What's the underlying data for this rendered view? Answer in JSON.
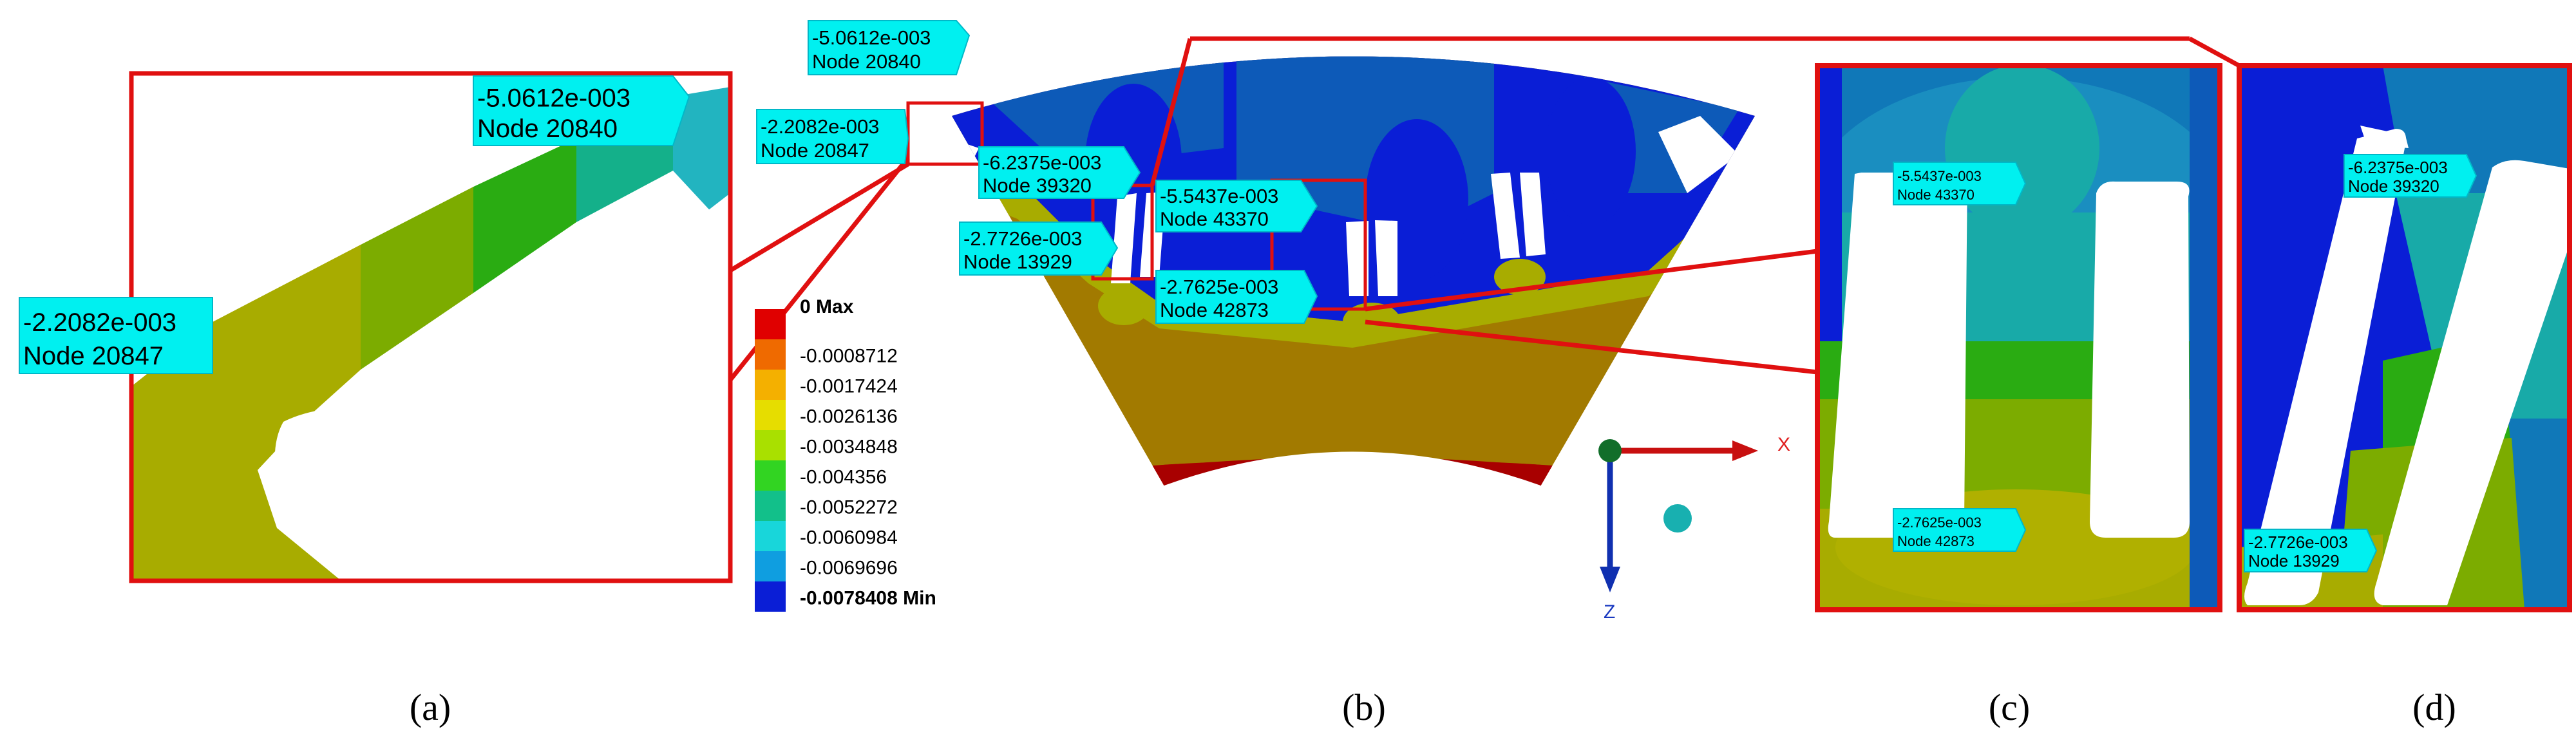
{
  "legend": {
    "items": [
      {
        "label": "0 Max",
        "color": "#e00000",
        "bold": true
      },
      {
        "label": "-0.0008712",
        "color": "#ef6a00",
        "bold": false
      },
      {
        "label": "-0.0017424",
        "color": "#f4b000",
        "bold": false
      },
      {
        "label": "-0.0026136",
        "color": "#e6dd00",
        "bold": false
      },
      {
        "label": "-0.0034848",
        "color": "#a9e000",
        "bold": false
      },
      {
        "label": "-0.004356",
        "color": "#32d422",
        "bold": false
      },
      {
        "label": "-0.0052272",
        "color": "#12c08a",
        "bold": false
      },
      {
        "label": "-0.0060984",
        "color": "#18d6da",
        "bold": false
      },
      {
        "label": "-0.0069696",
        "color": "#0f9ee0",
        "bold": false
      },
      {
        "label": "-0.0078408 Min",
        "color": "#0a1ed6",
        "bold": true
      }
    ]
  },
  "probes": {
    "a_top": {
      "value": "-5.0612e-003",
      "node": "Node 20840"
    },
    "a_left": {
      "value": "-2.2082e-003",
      "node": "Node 20847"
    },
    "b_top": {
      "value": "-5.0612e-003",
      "node": "Node 20840"
    },
    "b_left": {
      "value": "-2.2082e-003",
      "node": "Node 20847"
    },
    "b_mid1": {
      "value": "-6.2375e-003",
      "node": "Node 39320"
    },
    "b_mid2": {
      "value": "-5.5437e-003",
      "node": "Node 43370"
    },
    "b_low1": {
      "value": "-2.7726e-003",
      "node": "Node 13929"
    },
    "b_low2": {
      "value": "-2.7625e-003",
      "node": "Node 42873"
    },
    "c_top": {
      "value": "-5.5437e-003",
      "node": "Node 43370"
    },
    "c_bot": {
      "value": "-2.7625e-003",
      "node": "Node 42873"
    },
    "d_top": {
      "value": "-6.2375e-003",
      "node": "Node 39320"
    },
    "d_bot": {
      "value": "-2.7726e-003",
      "node": "Node 13929"
    }
  },
  "axes": {
    "x": "X",
    "z": "Z"
  },
  "captions": {
    "a": "(a)",
    "b": "(b)",
    "c": "(c)",
    "d": "(d)"
  },
  "colors": {
    "frame": "#e01010",
    "label_bg": "#00f0f0"
  }
}
